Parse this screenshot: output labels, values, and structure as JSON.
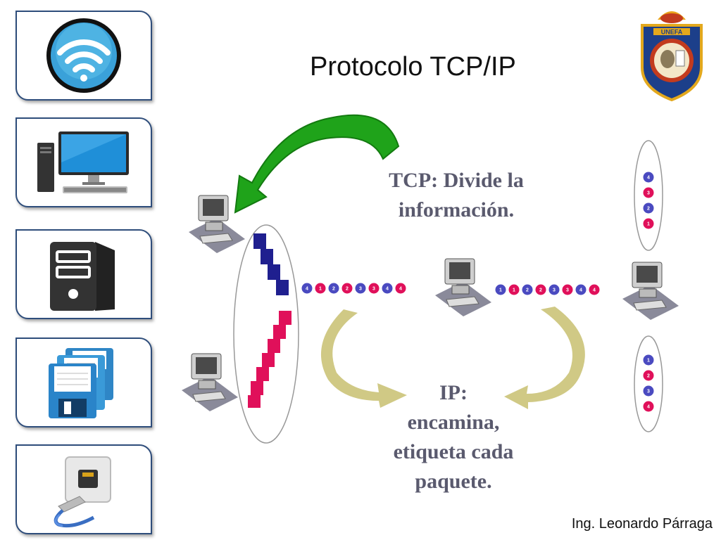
{
  "title": "Protocolo TCP/IP",
  "author": "Ing. Leonardo Párraga",
  "logo": {
    "text": "UNEFA"
  },
  "sidebar": {
    "cards": [
      {
        "icon": "wifi-icon"
      },
      {
        "icon": "desktop-computer-icon"
      },
      {
        "icon": "server-tower-icon"
      },
      {
        "icon": "floppy-disk-icon"
      },
      {
        "icon": "network-jack-icon"
      }
    ]
  },
  "diagram": {
    "tcp_text": [
      "TCP: Divide la",
      "información."
    ],
    "ip_text": [
      "IP:",
      "encamina,",
      "etiqueta cada",
      "paquete."
    ],
    "packets_left": [
      "4",
      "1",
      "2",
      "2",
      "3",
      "3",
      "4",
      "4"
    ],
    "packets_right": [
      "1",
      "1",
      "2",
      "2",
      "3",
      "3",
      "4",
      "4"
    ],
    "column_top": [
      "4",
      "3",
      "2",
      "1"
    ],
    "column_bottom": [
      "1",
      "2",
      "3",
      "4"
    ],
    "colors": {
      "blue": "#1f1f8f",
      "pink": "#e0105a",
      "green_arrow": "#1fa31a",
      "yellow_arrow": "#c8c070"
    }
  }
}
